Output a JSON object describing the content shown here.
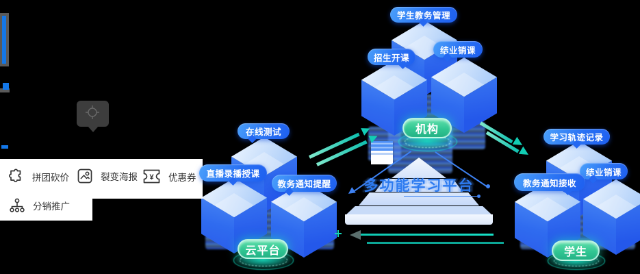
{
  "colors": {
    "background": "#000000",
    "badge_blue": "#2a72f3",
    "pill_green": "#2fc48f",
    "glow_teal": "#17e2c6",
    "panel_white": "#ffffff",
    "scrollbar_blue": "#1377e8",
    "pyramid_text_blue": "#2d7bf0"
  },
  "menu": {
    "items": [
      {
        "label": "拼团砍价",
        "icon": "puzzle-icon"
      },
      {
        "label": "裂变海报",
        "icon": "poster-image-icon"
      },
      {
        "label": "优惠券",
        "icon": "coupon-icon",
        "icon_glyph": "¥"
      },
      {
        "label": "分销推广",
        "icon": "share-network-icon"
      }
    ]
  },
  "clusters": {
    "org": {
      "badge_admin": "学生教务管理",
      "badge_enroll": "招生开课",
      "badge_finish": "结业销课",
      "pill": "机构"
    },
    "platform": {
      "badge_online_test": "在线测试",
      "badge_live": "直播录播授课",
      "badge_notify": "教务通知提醒",
      "pill": "云平台"
    },
    "student": {
      "badge_track": "学习轨迹记录",
      "badge_finish": "结业销课",
      "badge_notify": "教务通知接收",
      "pill": "学生"
    }
  },
  "pyramid": {
    "title": "多功能学习平台"
  }
}
